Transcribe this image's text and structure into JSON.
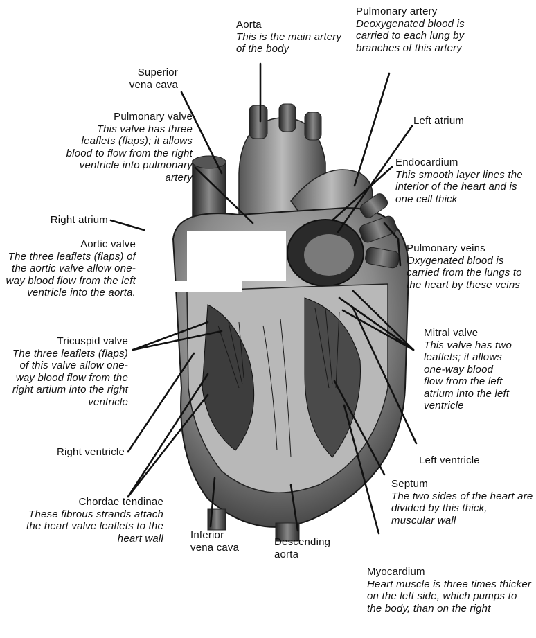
{
  "labels": {
    "aorta": {
      "title": "Aorta",
      "desc": "This is the main artery of the body"
    },
    "pulmonary_artery": {
      "title": "Pulmonary artery",
      "desc": "Deoxygenated blood is carried to each lung by branches of this artery"
    },
    "superior_vena_cava": {
      "title": "Superior vena cava"
    },
    "pulmonary_valve": {
      "title": "Pulmonary valve",
      "desc": "This valve has three leaflets (flaps); it allows blood to flow from the right ventricle into pulmonary artery"
    },
    "left_atrium": {
      "title": "Left atrium"
    },
    "endocardium": {
      "title": "Endocardium",
      "desc": "This smooth layer lines the interior of the heart and is one cell thick"
    },
    "right_atrium": {
      "title": "Right atrium"
    },
    "aortic_valve": {
      "title": "Aortic valve",
      "desc": "The three leaflets (flaps) of the aortic valve allow one-way blood flow from the left ventricle into the aorta."
    },
    "pulmonary_veins": {
      "title": "Pulmonary veins",
      "desc": "Oxygenated blood is carried from the lungs to the heart by these veins"
    },
    "tricuspid_valve": {
      "title": "Tricuspid valve",
      "desc": "The three leaflets (flaps) of this valve allow one-way blood flow from the right artium into the right ventricle"
    },
    "mitral_valve": {
      "title": "Mitral valve",
      "desc": "This valve has two leaflets; it allows one-way blood flow from the left atrium into the left ventricle"
    },
    "right_ventricle": {
      "title": "Right ventricle"
    },
    "left_ventricle": {
      "title": "Left ventricle"
    },
    "septum": {
      "title": "Septum",
      "desc": "The two sides of the heart are divided by this thick, muscular wall"
    },
    "chordae_tendinae": {
      "title": "Chordae tendinae",
      "desc": "These fibrous strands attach the heart valve leaflets to the heart wall"
    },
    "inferior_vena_cava": {
      "title": "Inferior vena cava"
    },
    "descending_aorta": {
      "title": "Descending aorta"
    },
    "myocardium": {
      "title": "Myocardium",
      "desc": "Heart muscle is three times thicker on the left side, which pumps to the body, than on the right"
    }
  }
}
